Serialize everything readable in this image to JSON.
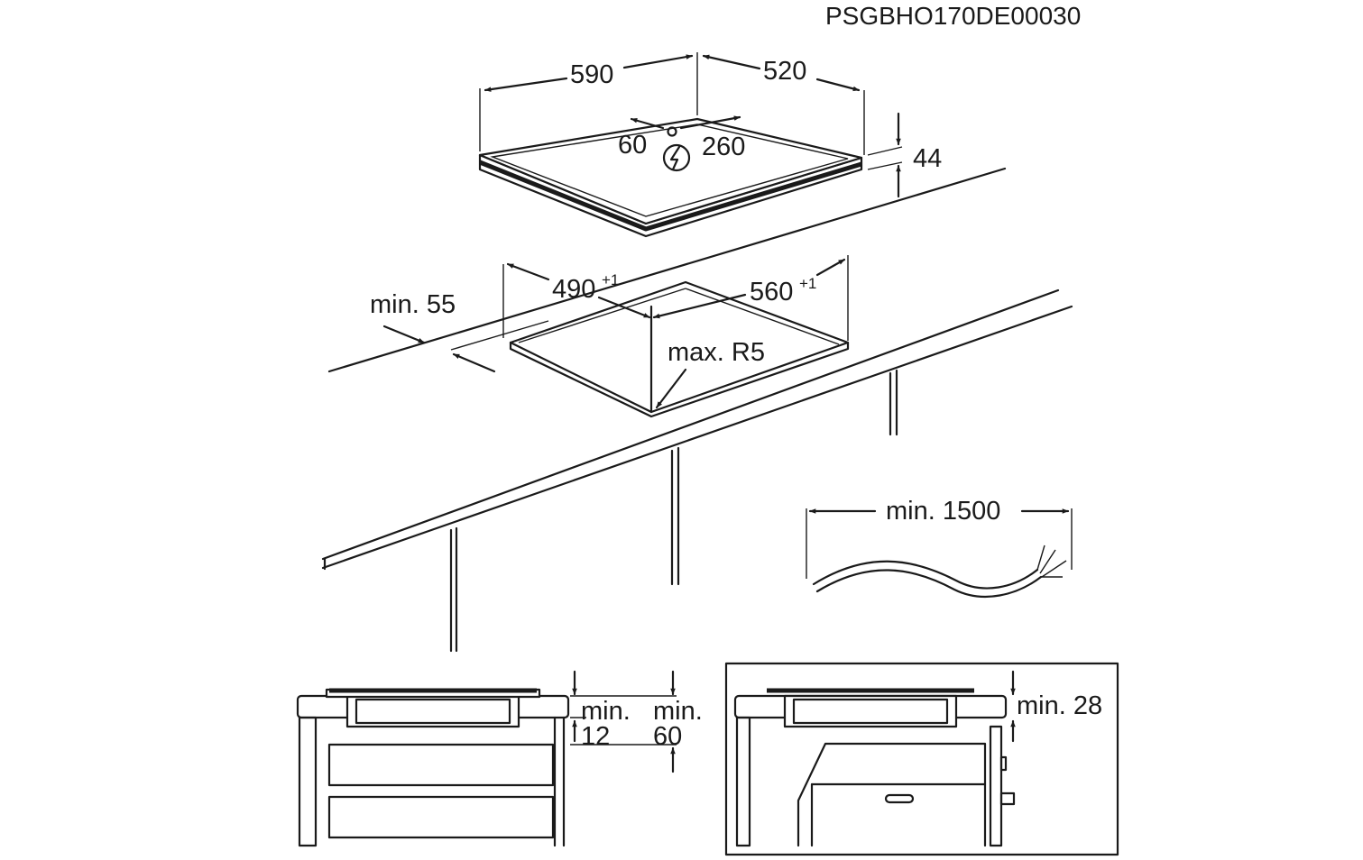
{
  "diagram_code": "PSGBHO170DE00030",
  "hob": {
    "width": "590",
    "depth": "520",
    "height": "44",
    "connection_left": "60",
    "connection_right": "260",
    "electric_symbol": "lightning-in-circle-icon"
  },
  "cutout": {
    "width": "490",
    "width_tol": "+1",
    "depth": "560",
    "depth_tol": "+1",
    "front_distance": "min. 55",
    "corner_radius": "max. R5"
  },
  "cable": {
    "length": "min. 1500"
  },
  "section_left": {
    "gap_label_1": "min.",
    "gap_value_1": "12",
    "gap_label_2": "min.",
    "gap_value_2": "60"
  },
  "section_right": {
    "gap": "min. 28"
  }
}
